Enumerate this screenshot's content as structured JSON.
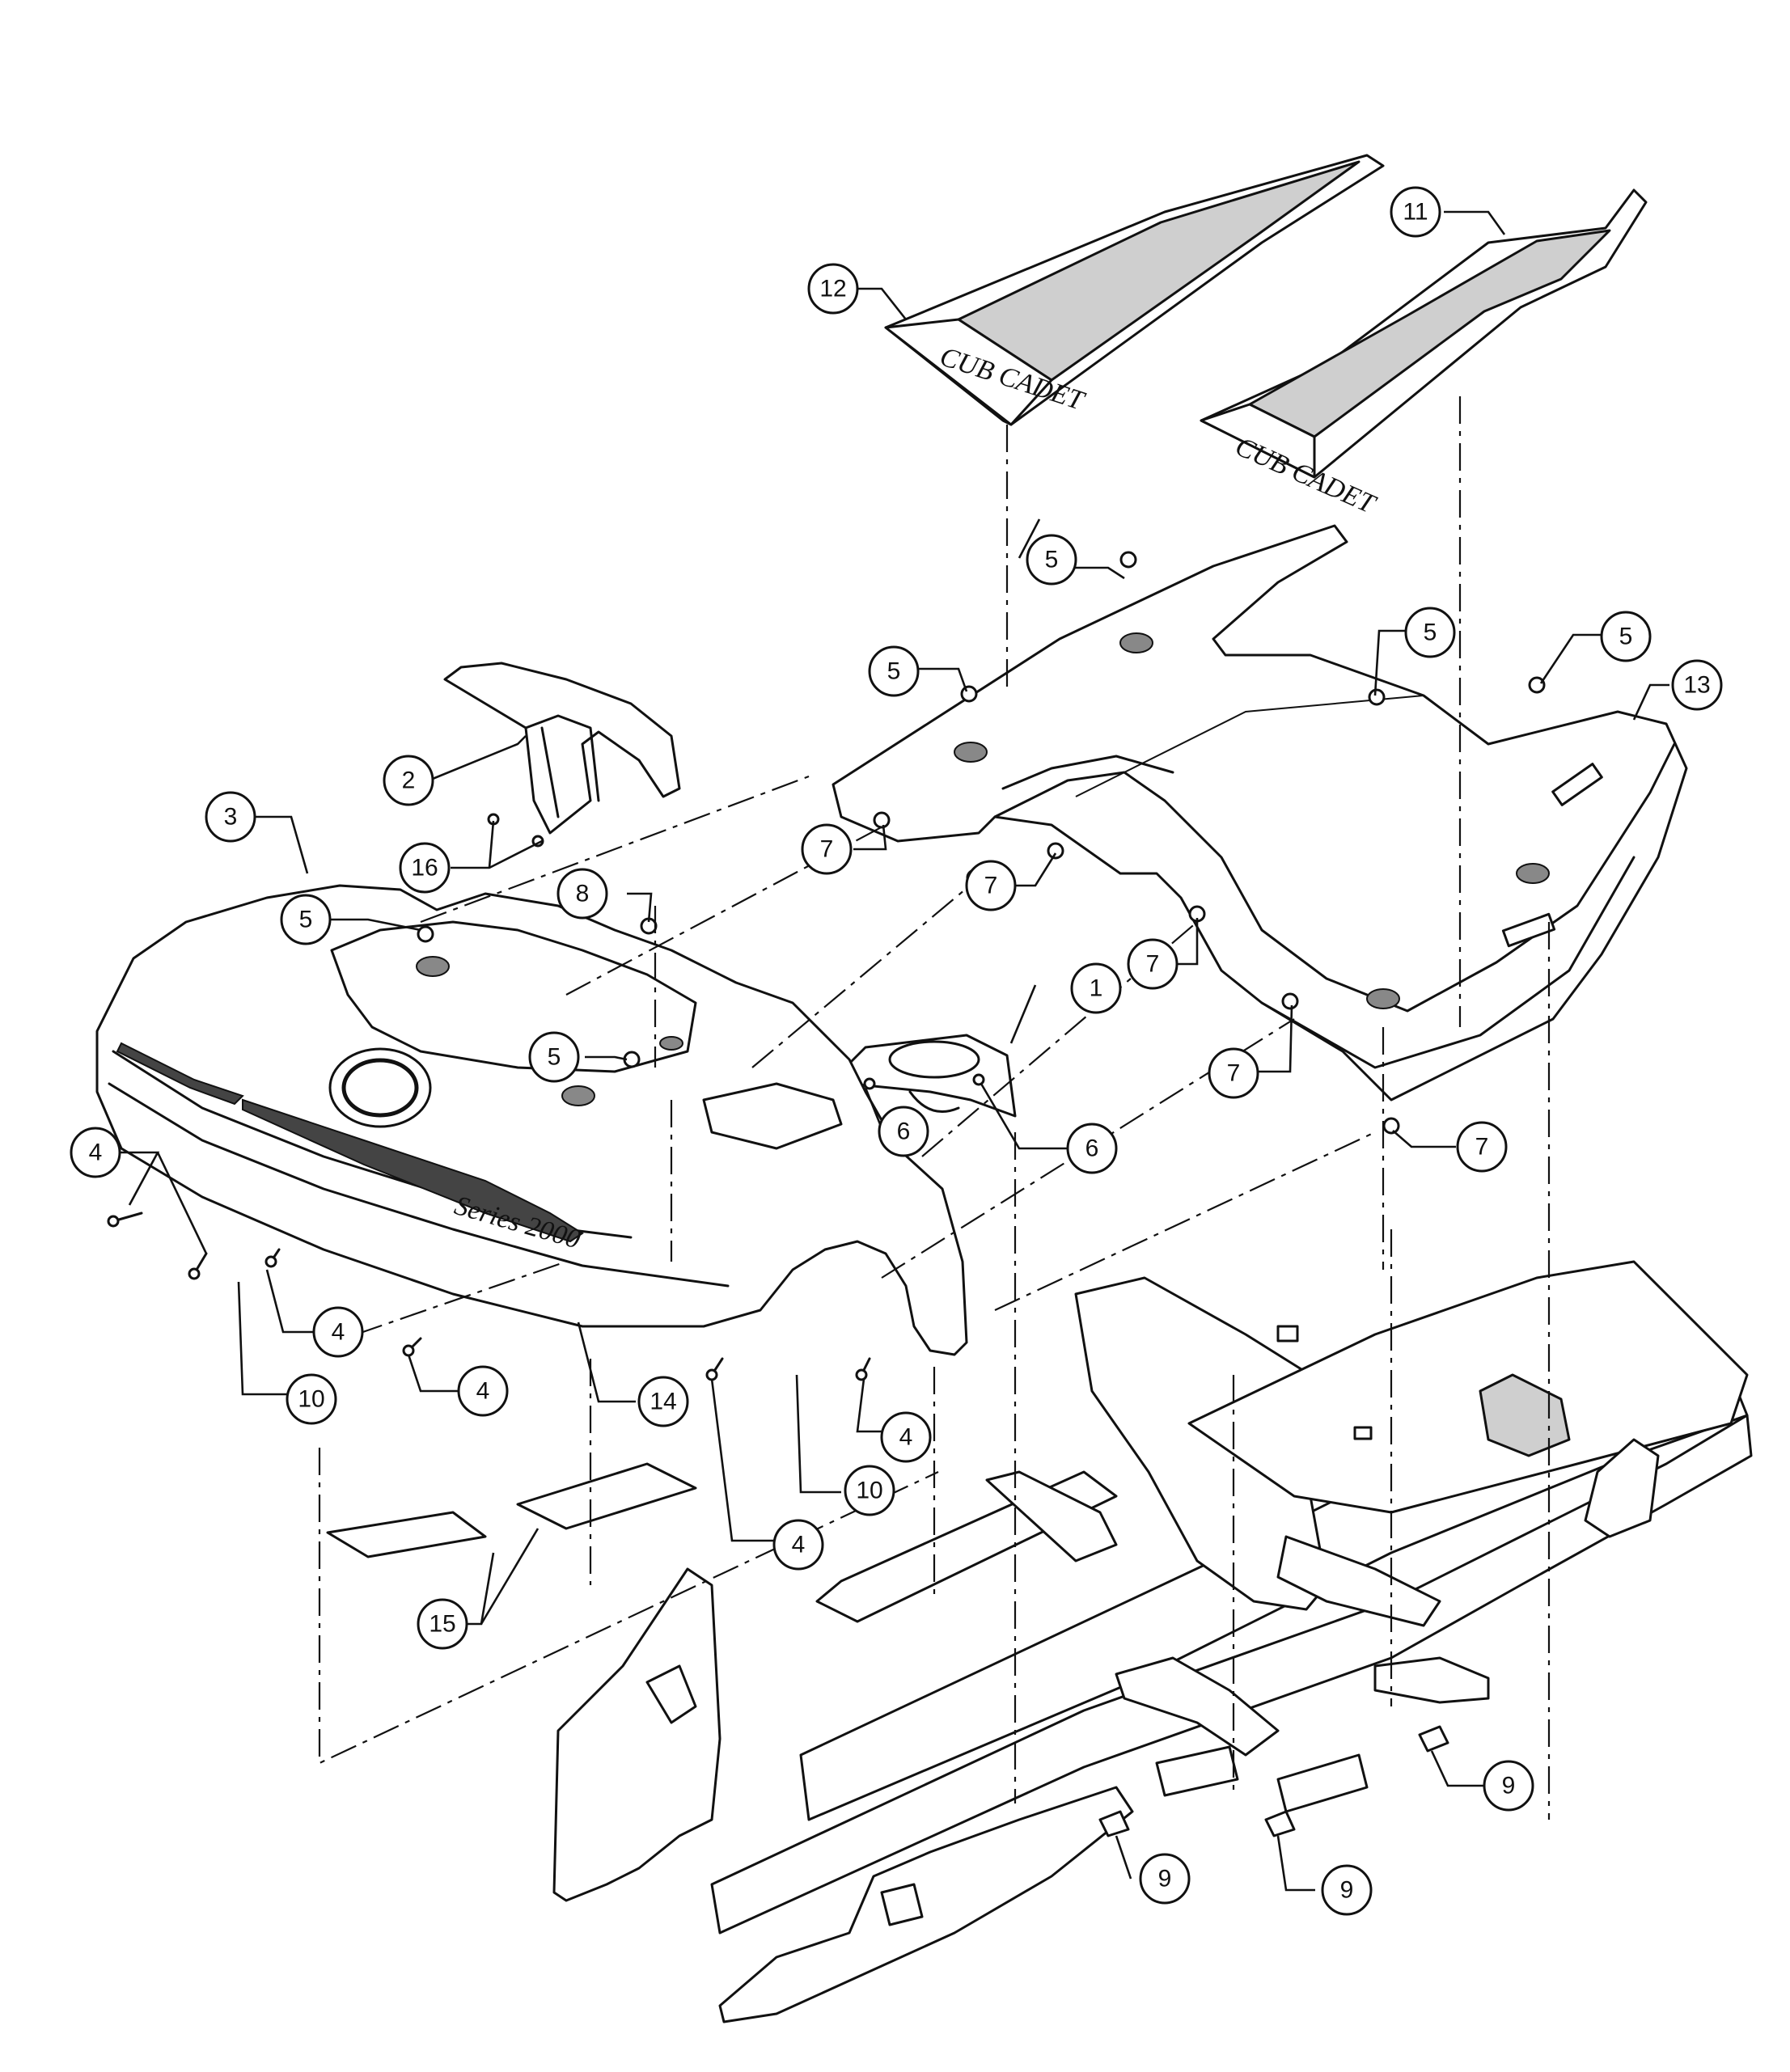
{
  "diagram": {
    "callouts": [
      {
        "id": "c1",
        "label": "1"
      },
      {
        "id": "c2",
        "label": "2"
      },
      {
        "id": "c3",
        "label": "3"
      },
      {
        "id": "c4a",
        "label": "4"
      },
      {
        "id": "c4b",
        "label": "4"
      },
      {
        "id": "c4c",
        "label": "4"
      },
      {
        "id": "c4d",
        "label": "4"
      },
      {
        "id": "c4e",
        "label": "4"
      },
      {
        "id": "c5a",
        "label": "5"
      },
      {
        "id": "c5b",
        "label": "5"
      },
      {
        "id": "c5c",
        "label": "5"
      },
      {
        "id": "c5d",
        "label": "5"
      },
      {
        "id": "c5e",
        "label": "5"
      },
      {
        "id": "c5f",
        "label": "5"
      },
      {
        "id": "c6a",
        "label": "6"
      },
      {
        "id": "c6b",
        "label": "6"
      },
      {
        "id": "c7a",
        "label": "7"
      },
      {
        "id": "c7b",
        "label": "7"
      },
      {
        "id": "c7c",
        "label": "7"
      },
      {
        "id": "c7d",
        "label": "7"
      },
      {
        "id": "c7e",
        "label": "7"
      },
      {
        "id": "c8",
        "label": "8"
      },
      {
        "id": "c9a",
        "label": "9"
      },
      {
        "id": "c9b",
        "label": "9"
      },
      {
        "id": "c9c",
        "label": "9"
      },
      {
        "id": "c10a",
        "label": "10"
      },
      {
        "id": "c10b",
        "label": "10"
      },
      {
        "id": "c11",
        "label": "11"
      },
      {
        "id": "c12",
        "label": "12"
      },
      {
        "id": "c13",
        "label": "13"
      },
      {
        "id": "c14",
        "label": "14"
      },
      {
        "id": "c15",
        "label": "15"
      },
      {
        "id": "c16",
        "label": "16"
      }
    ],
    "mat_logo_left": "CUB CADET",
    "mat_logo_right": "CUB CADET",
    "hood_badge": "Series 2000"
  }
}
